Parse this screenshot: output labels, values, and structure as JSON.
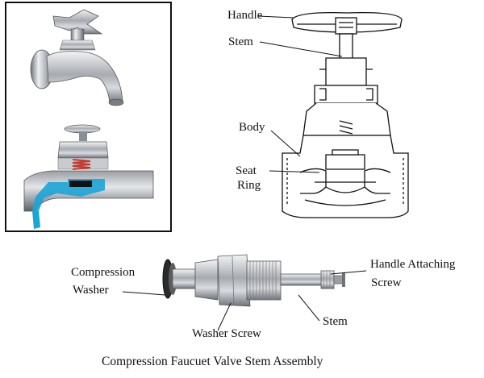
{
  "labels": {
    "handle": "Handle",
    "stem_top": "Stem",
    "body": "Body",
    "seat_line1": "Seat",
    "seat_line2": "Ring",
    "compression_line1": "Compression",
    "compression_line2": "Washer",
    "handle_screw_line1": "Handle Attaching",
    "handle_screw_line2": "Screw",
    "stem_bottom": "Stem",
    "washer_screw": "Washer Screw"
  },
  "caption": "Compression Faucuet Valve Stem Assembly",
  "colors": {
    "water": "#1ba4d6",
    "spring": "#c0392b",
    "metal": "#b8bcc2",
    "line": "#111111"
  }
}
